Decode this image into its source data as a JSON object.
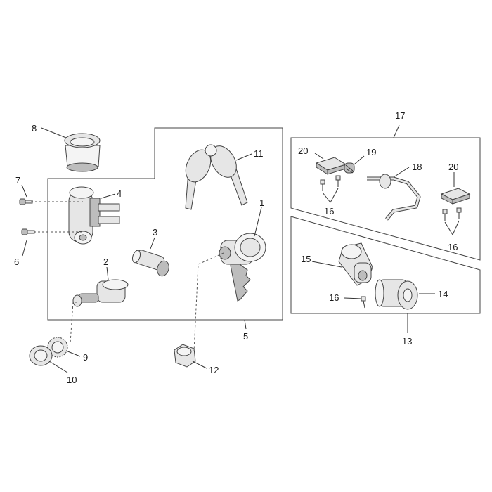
{
  "callouts": {
    "c1": "1",
    "c2": "2",
    "c3": "3",
    "c4": "4",
    "c5": "5",
    "c6": "6",
    "c7": "7",
    "c8": "8",
    "c9": "9",
    "c10": "10",
    "c11": "11",
    "c12": "12",
    "c13": "13",
    "c14": "14",
    "c15": "15",
    "c16a": "16",
    "c16b": "16",
    "c16c": "16",
    "c17": "17",
    "c18": "18",
    "c19": "19",
    "c20a": "20",
    "c20b": "20"
  }
}
